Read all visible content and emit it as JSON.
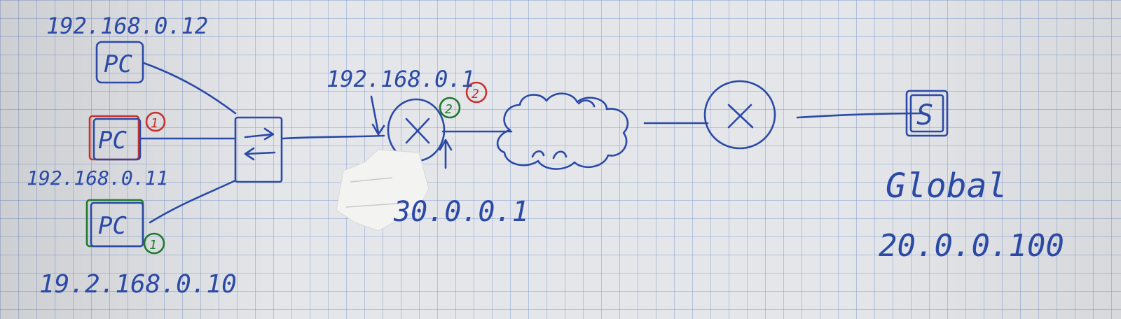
{
  "colors": {
    "ink_blue": "#2b4aa6",
    "ink_red": "#c8322d",
    "ink_green": "#1f7a2e",
    "paper": "#e4e6ea",
    "grid": "#7896cd"
  },
  "hosts": [
    {
      "label": "PC",
      "ip": "192.168.0.12",
      "border": "blue"
    },
    {
      "label": "PC",
      "ip": "192.168.0.11",
      "border": "red",
      "badge": "1"
    },
    {
      "label": "PC",
      "ip": "19.2.168.0.10",
      "border": "green",
      "badge": "1"
    }
  ],
  "router_inside": {
    "ip_lan": "192.168.0.1",
    "ip_wan": "30.0.0.1",
    "badges": [
      "2",
      "2"
    ]
  },
  "server": {
    "label": "S",
    "zone": "Global",
    "ip": "20.0.0.100"
  },
  "icons": [
    "switch-icon",
    "router-icon",
    "cloud-icon",
    "router-icon"
  ]
}
